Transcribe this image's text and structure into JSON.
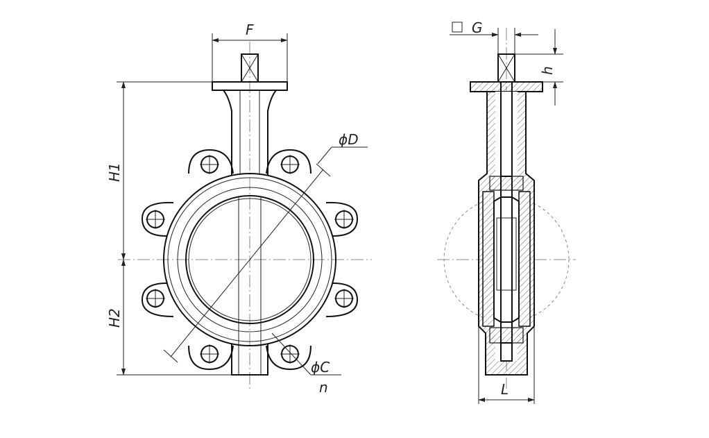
{
  "labels": {
    "F": "F",
    "G": "G",
    "h": "h",
    "H1": "H1",
    "H2": "H2",
    "D": "ϕD",
    "C": "ϕC",
    "n": "n",
    "L": "L"
  },
  "colors": {
    "line": "#111111",
    "hatch": "#333333",
    "background": "#ffffff"
  }
}
